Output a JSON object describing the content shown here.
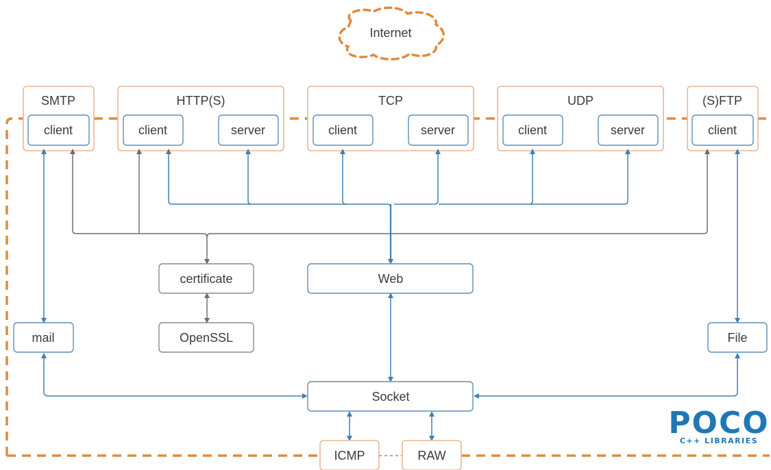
{
  "cloud": {
    "label": "Internet"
  },
  "protocols": {
    "smtp": {
      "title": "SMTP",
      "client": "client"
    },
    "http": {
      "title": "HTTP(S)",
      "client": "client",
      "server": "server"
    },
    "tcp": {
      "title": "TCP",
      "client": "client",
      "server": "server"
    },
    "udp": {
      "title": "UDP",
      "client": "client",
      "server": "server"
    },
    "ftp": {
      "title": "(S)FTP",
      "client": "client"
    }
  },
  "components": {
    "certificate": "certificate",
    "openssl": "OpenSSL",
    "web": "Web",
    "mail": "mail",
    "file": "File",
    "socket": "Socket",
    "icmp": "ICMP",
    "raw": "RAW"
  },
  "logo": {
    "name": "POCO",
    "tagline": "C++ LIBRARIES"
  },
  "colors": {
    "orange": "#e08a3c",
    "orange_light": "#e9b594",
    "blue": "#3f7fb5",
    "gray": "#6e6e6e",
    "logo_blue": "#1f78b4"
  }
}
